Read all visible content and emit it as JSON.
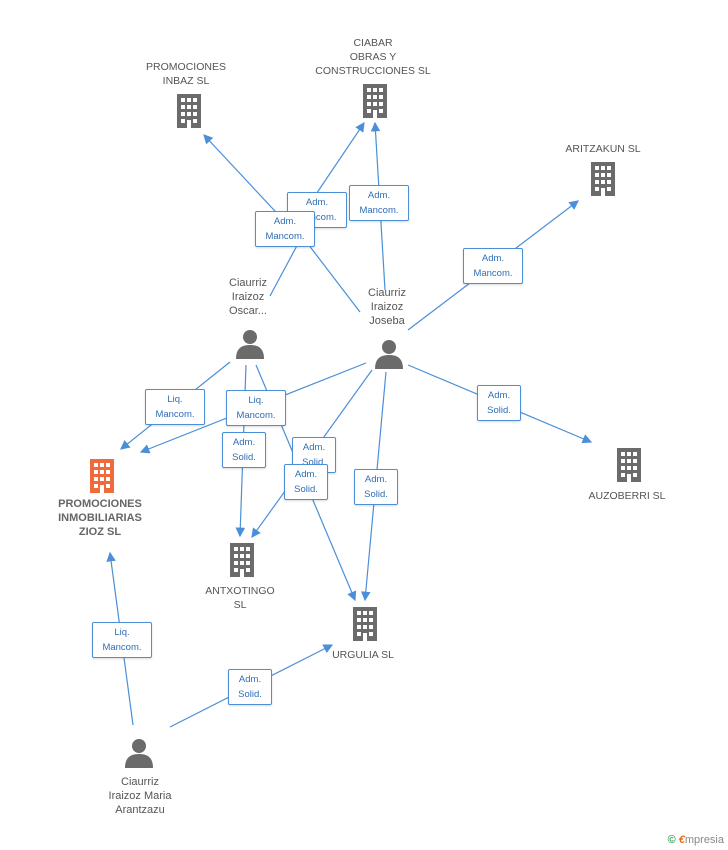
{
  "colors": {
    "edge": "#4a8fd8",
    "icon": "#6b6b6b",
    "main_icon": "#f06b3c"
  },
  "nodes": {
    "inbaz": {
      "label": "PROMOCIONES\nINBAZ SL",
      "icon": "building-icon"
    },
    "ciabar": {
      "label": "CIABAR\nOBRAS Y\nCONSTRUCCIONES SL",
      "icon": "building-icon"
    },
    "aritzakun": {
      "label": "ARITZAKUN SL",
      "icon": "building-icon"
    },
    "oscar": {
      "label": "Ciaurriz\nIraizoz\nOscar...",
      "icon": "person-icon"
    },
    "joseba": {
      "label": "Ciaurriz\nIraizoz\nJoseba",
      "icon": "person-icon"
    },
    "zioz": {
      "label": "PROMOCIONES\nINMOBILIARIAS\nZIOZ SL",
      "icon": "building-icon"
    },
    "auzoberri": {
      "label": "AUZOBERRI SL",
      "icon": "building-icon"
    },
    "antxotingo": {
      "label": "ANTXOTINGO\nSL",
      "icon": "building-icon"
    },
    "urgulia": {
      "label": "URGULIA  SL",
      "icon": "building-icon"
    },
    "maria": {
      "label": "Ciaurriz\nIraizoz Maria\nArantzazu",
      "icon": "person-icon"
    }
  },
  "edge_labels": {
    "e1": "Adm.\nMancom.",
    "e2": "Adm.\nMancom.",
    "e3": "Adm.\nMancom.",
    "e4": "Adm.\nMancom.",
    "e5": "Liq.\nMancom.",
    "e6": "Liq.\nMancom.",
    "e7": "Adm.\nSolid.",
    "e8": "Adm.\nSolid.",
    "e9": "Adm.\nSolid.",
    "e10": "Adm.\nSolid.",
    "e11": "Adm.\nSolid.",
    "e12": "Liq.\nMancom.",
    "e13": "Adm.\nSolid."
  },
  "footer": {
    "copyright": "©",
    "brand_first": "€",
    "brand_rest": "mpresia"
  }
}
